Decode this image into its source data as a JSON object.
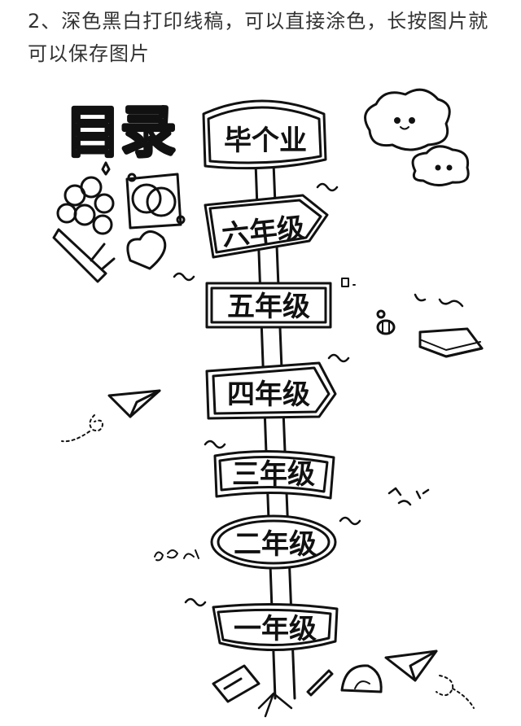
{
  "instruction": "2、深色黑白打印线稿，可以直接涂色，长按图片就可以保存图片",
  "title": "目录",
  "signs": {
    "graduate": "毕个业",
    "grade6": "六年级",
    "grade5": "五年级",
    "grade4": "四年级",
    "grade3": "三年级",
    "grade2": "二年级",
    "grade1": "一年级"
  },
  "colors": {
    "ink": "#111111",
    "text": "#333333",
    "paper": "#ffffff"
  }
}
